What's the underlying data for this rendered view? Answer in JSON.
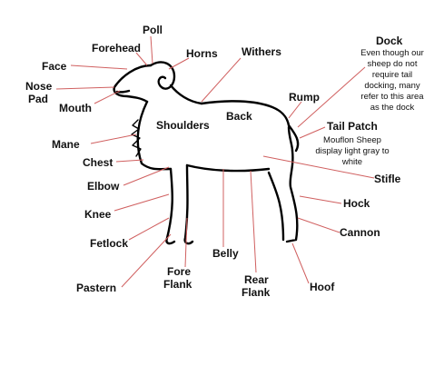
{
  "colors": {
    "leader": "#d06060",
    "outline": "#000000",
    "text": "#111111"
  },
  "labels": {
    "poll": "Poll",
    "forehead": "Forehead",
    "horns": "Horns",
    "withers": "Withers",
    "face": "Face",
    "nose_pad_1": "Nose",
    "nose_pad_2": "Pad",
    "mouth": "Mouth",
    "rump": "Rump",
    "back": "Back",
    "shoulders": "Shoulders",
    "mane": "Mane",
    "chest": "Chest",
    "elbow": "Elbow",
    "knee": "Knee",
    "fetlock": "Fetlock",
    "pastern": "Pastern",
    "fore_flank_1": "Fore",
    "fore_flank_2": "Flank",
    "belly": "Belly",
    "rear_flank_1": "Rear",
    "rear_flank_2": "Flank",
    "hoof": "Hoof",
    "cannon": "Cannon",
    "hock": "Hock",
    "stifle": "Stifle",
    "dock": "Dock",
    "tail_patch": "Tail Patch"
  },
  "notes": {
    "dock": [
      "Even though our",
      "sheep do not",
      "require tail",
      "docking, many",
      "refer to this area",
      "as the dock"
    ],
    "tail_patch": [
      "Mouflon Sheep",
      "display light gray to",
      "white"
    ]
  }
}
